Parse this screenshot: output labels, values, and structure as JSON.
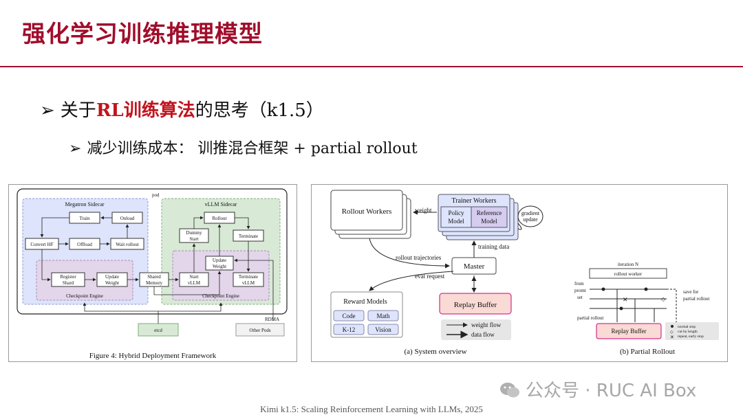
{
  "slide": {
    "title": "强化学习训练推理模型",
    "bullet1": {
      "prefix": "关于",
      "highlight": "RL训练算法",
      "suffix": "的思考（k1.5）"
    },
    "bullet2": "减少训练成本： 训推混合框架 + partial rollout",
    "footer": "Kimi k1.5: Scaling Reinforcement Learning with LLMs, 2025",
    "watermark": "公众号 · RUC AI Box"
  },
  "colors": {
    "accent": "#a00d2a",
    "highlight": "#c0141e"
  },
  "icons": {
    "bullet": "arrow-bullet-icon",
    "watermark": "wechat-icon"
  },
  "figure4": {
    "caption": "Figure 4: Hybrid Deployment Framework",
    "pod": "pod",
    "megatron": {
      "title": "Megatron Sidecar",
      "train": "Train",
      "onload": "Onload",
      "convert": "Convert HF",
      "offload": "Offload",
      "wait": "Wait rollout",
      "register1": "Register",
      "register2": "Shard",
      "update1": "Update",
      "update2": "Weight",
      "engine": "Checkpoint Engine"
    },
    "shared1": "Shared",
    "shared2": "Memory",
    "vllm": {
      "title": "vLLM Sidecar",
      "rollout": "Rollout",
      "dummy1": "Dummy",
      "dummy2": "Start",
      "terminate": "Terminate",
      "update1": "Update",
      "update2": "Weight",
      "start1": "Start",
      "start2": "vLLM",
      "terminate_v1": "Terminate",
      "terminate_v2": "vLLM",
      "engine": "Checkpoint Engine"
    },
    "etcd": "etcd",
    "rdma": "RDMA",
    "other_pods": "Other Pods"
  },
  "figure_a": {
    "caption": "(a) System overview",
    "rollout_workers": "Rollout Workers",
    "weight": "weight",
    "trainer_workers": "Trainer Workers",
    "policy1": "Policy",
    "policy2": "Model",
    "reference1": "Reference",
    "reference2": "Model",
    "gradient1": "gradient",
    "gradient2": "update",
    "training_data": "training data",
    "rollout_traj": "rollout trajectories",
    "master": "Master",
    "eval_request": "eval request",
    "reward_models": "Reward Models",
    "rewards": [
      "Code",
      "Math",
      "K-12",
      "Vision"
    ],
    "replay_buffer": "Replay Buffer",
    "legend": {
      "weight_flow": "weight flow",
      "data_flow": "data flow"
    }
  },
  "figure_b": {
    "caption": "(b) Partial Rollout",
    "iteration": "iteration N",
    "rollout_worker": "rollout worker",
    "from1": "from",
    "from2": "promt",
    "from3": "set",
    "save1": "save for",
    "save2": "partial rollout",
    "partial_rollout": "partial rollout",
    "replay_buffer": "Replay Buffer",
    "legend": [
      "normal stop",
      "cut by length",
      "repeat, early stop"
    ]
  }
}
